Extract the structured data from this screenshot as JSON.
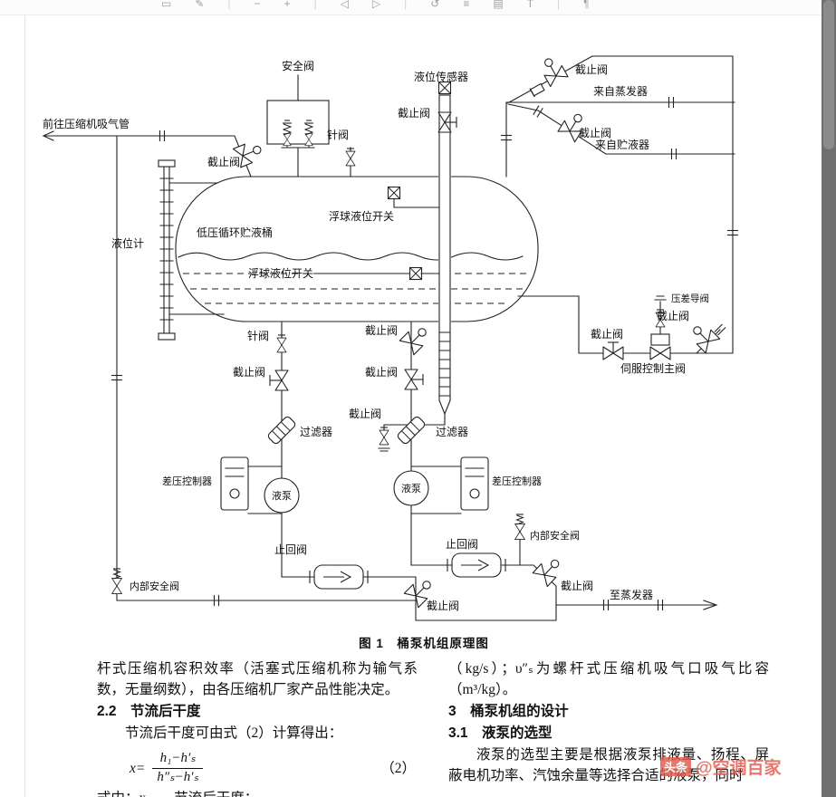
{
  "toolbar": {
    "icons": [
      {
        "name": "select-rect-icon",
        "glyph": "▭"
      },
      {
        "name": "edit-icon",
        "glyph": "✎"
      },
      {
        "name": "divider",
        "glyph": "|"
      },
      {
        "name": "zoom-out-icon",
        "glyph": "−"
      },
      {
        "name": "zoom-in-icon",
        "glyph": "+"
      },
      {
        "name": "divider",
        "glyph": "|"
      },
      {
        "name": "prev-page-icon",
        "glyph": "◁"
      },
      {
        "name": "next-page-icon",
        "glyph": "▷"
      },
      {
        "name": "divider",
        "glyph": "|"
      },
      {
        "name": "rotate-icon",
        "glyph": "↺"
      },
      {
        "name": "menu-icon",
        "glyph": "≡"
      },
      {
        "name": "thumbnails-icon",
        "glyph": "▤"
      },
      {
        "name": "text-tool-icon",
        "glyph": "T"
      },
      {
        "name": "divider",
        "glyph": "|"
      },
      {
        "name": "paragraph-icon",
        "glyph": "¶"
      }
    ]
  },
  "diagram": {
    "labels": {
      "safety_valve": "安全阀",
      "level_sensor": "液位传感器",
      "stop_valve": "截止阀",
      "from_evaporator": "来自蒸发器",
      "from_receiver": "来自贮液器",
      "to_compressor_suction": "前往压缩机吸气管",
      "needle_valve": "针阀",
      "level_gauge": "液位计",
      "lp_circulation_barrel": "低压循环贮液桶",
      "float_level_switch": "浮球液位开关",
      "pressure_diff_pilot_valve": "压差导阀",
      "servo_main_valve": "伺服控制主阀",
      "filter": "过滤器",
      "liquid_pump": "液泵",
      "diff_pressure_controller": "差压控制器",
      "check_valve": "止回阀",
      "internal_safety_valve": "内部安全阀",
      "to_evaporator": "至蒸发器"
    }
  },
  "content": {
    "figure_caption": "图 1　桶泵机组原理图",
    "left_column": {
      "para1": "杆式压缩机容积效率（活塞式压缩机称为输气系数，无量纲数），由各压缩机厂家产品性能决定。",
      "heading": "2.2　节流后干度",
      "para2": "节流后干度可由式（2）计算得出：",
      "formula_lhs": "x=",
      "formula_numerator": "h₁−h′ₛ",
      "formula_denominator": "h″ₛ−h′ₛ",
      "formula_number": "（2）",
      "partial_line": "式中：x——节流后干度；"
    },
    "right_column": {
      "para1": "（kg/s）；υ″ₛ为螺杆式压缩机吸气口吸气比容（m³/kg）。",
      "heading1": "3　桶泵机组的设计",
      "heading2": "3.1　液泵的选型",
      "para2": "液泵的选型主要是根据液泵排液量、扬程、屏蔽电机功率、汽蚀余量等选择合适的液泵，同时"
    },
    "watermark_brand": "头条",
    "watermark_handle": "@空调百家"
  }
}
